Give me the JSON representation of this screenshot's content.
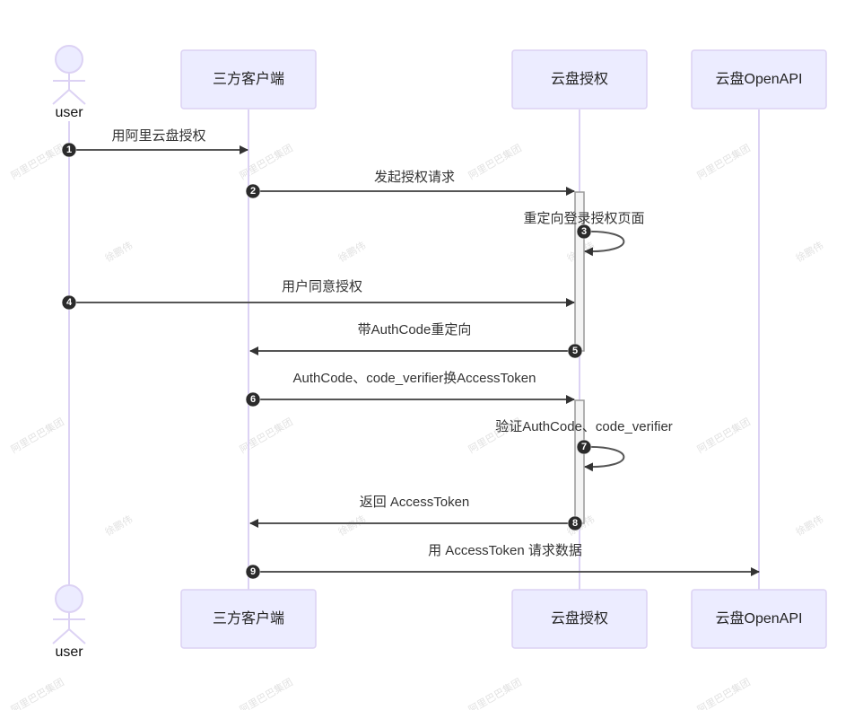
{
  "diagram": {
    "type": "sequence",
    "actor": {
      "name": "user"
    },
    "participants": [
      {
        "id": "client",
        "label": "三方客户端"
      },
      {
        "id": "auth",
        "label": "云盘授权"
      },
      {
        "id": "openapi",
        "label": "云盘OpenAPI"
      }
    ],
    "messages": [
      {
        "seq": "1",
        "from": "user",
        "to": "client",
        "label": "用阿里云盘授权"
      },
      {
        "seq": "2",
        "from": "client",
        "to": "auth",
        "label": "发起授权请求"
      },
      {
        "seq": "3",
        "from": "auth",
        "to": "auth",
        "label": "重定向登录授权页面"
      },
      {
        "seq": "4",
        "from": "user",
        "to": "auth",
        "label": "用户同意授权"
      },
      {
        "seq": "5",
        "from": "auth",
        "to": "client",
        "label": "带AuthCode重定向"
      },
      {
        "seq": "6",
        "from": "client",
        "to": "auth",
        "label": "AuthCode、code_verifier换AccessToken"
      },
      {
        "seq": "7",
        "from": "auth",
        "to": "auth",
        "label": "验证AuthCode、code_verifier"
      },
      {
        "seq": "8",
        "from": "auth",
        "to": "client",
        "label": "返回 AccessToken"
      },
      {
        "seq": "9",
        "from": "client",
        "to": "openapi",
        "label": "用 AccessToken 请求数据"
      }
    ],
    "watermarks": [
      "阿里巴巴集团",
      "徐鹏伟"
    ]
  },
  "colors": {
    "participant_fill": "#ECECFF",
    "participant_border": "#DCD2F4",
    "lifeline": "#DCD2F4",
    "arrow": "#555555",
    "sequence_badge": "#2b2b2b",
    "activation_fill": "#F4F4F4"
  }
}
